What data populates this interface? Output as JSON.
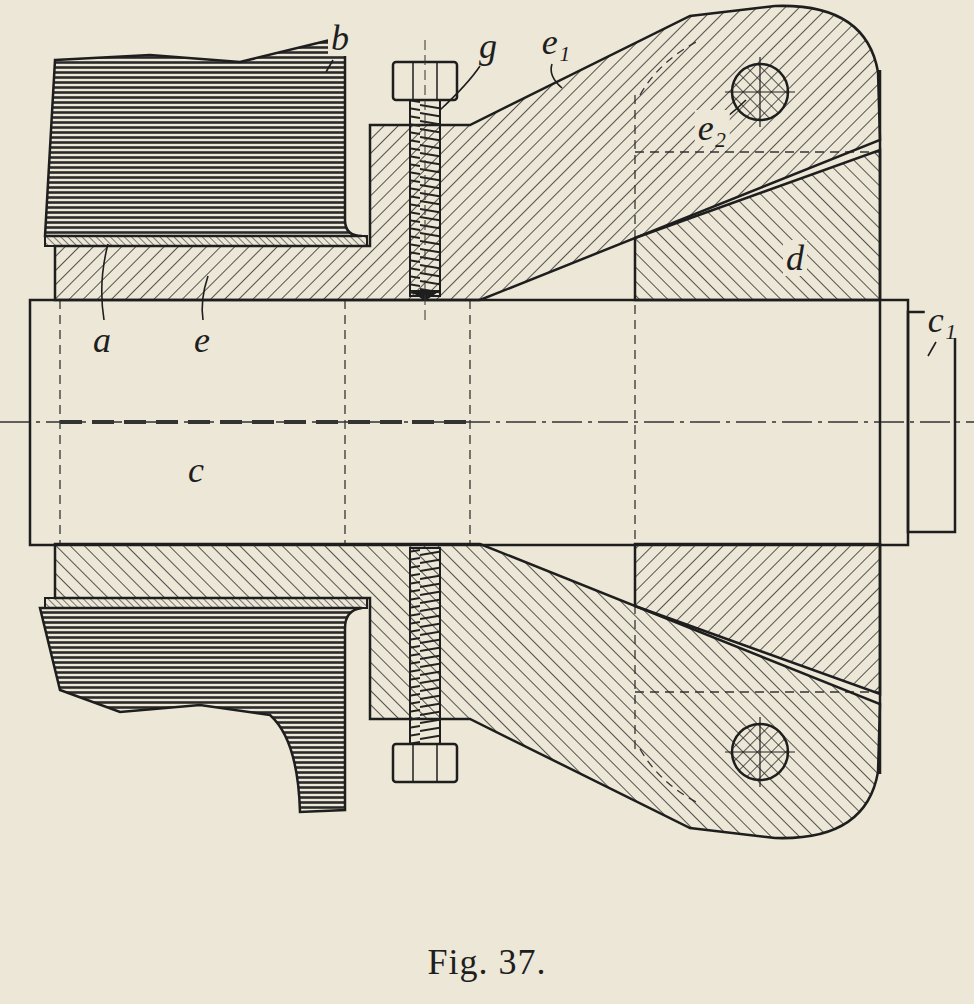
{
  "diagram": {
    "caption": "Fig. 37.",
    "labels": [
      "b",
      "g",
      "e₁",
      "e₂",
      "d",
      "c₁",
      "a",
      "e",
      "c"
    ]
  }
}
